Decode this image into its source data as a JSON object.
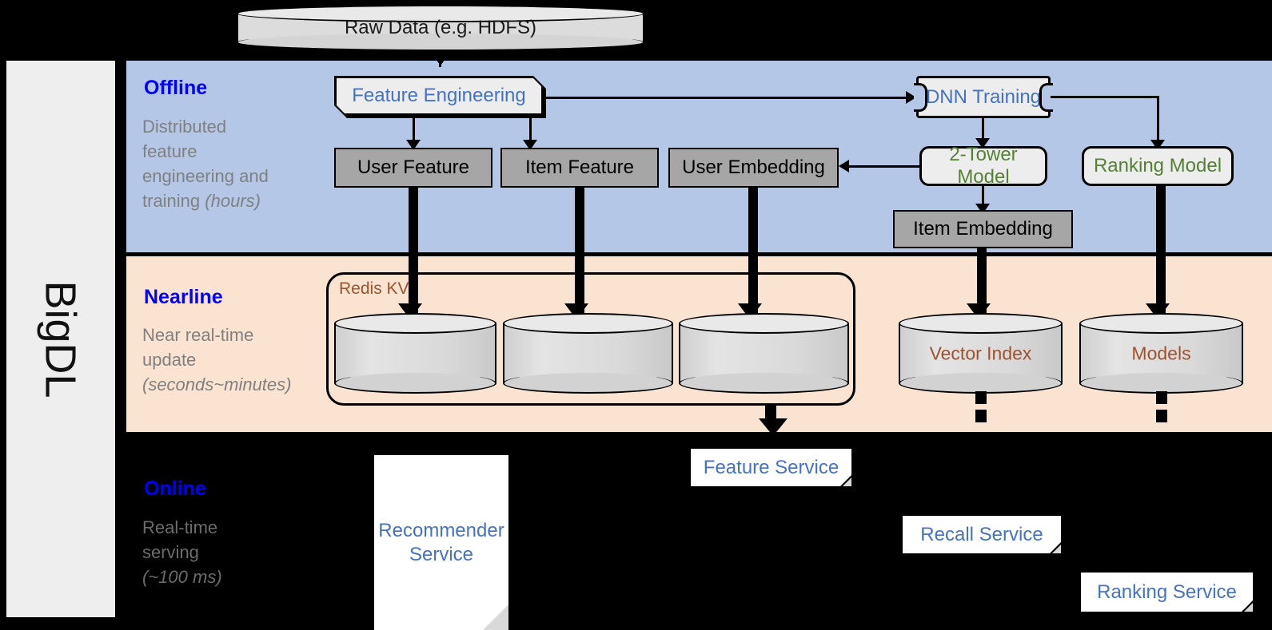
{
  "rail": {
    "label": "BigDL"
  },
  "source": {
    "label": "Raw Data (e.g. HDFS)"
  },
  "bands": {
    "offline": {
      "title": "Offline",
      "subtitle_line1": "Distributed",
      "subtitle_line2": "feature",
      "subtitle_line3": "engineering and",
      "subtitle_line4": "training ",
      "subtitle_em": "(hours)",
      "bg": "#b4c7e7"
    },
    "nearline": {
      "title": "Nearline",
      "subtitle_line1": "Near real-time",
      "subtitle_line2": "update",
      "subtitle_em": "(seconds~minutes)",
      "bg": "#fbe3d2"
    },
    "online": {
      "title": "Online",
      "subtitle_line1": "Real-time",
      "subtitle_line2": "serving",
      "subtitle_em": "(~100 ms)",
      "bg": "#000000"
    }
  },
  "offline_nodes": {
    "feature_engineering": "Feature Engineering",
    "dnn_training": "DNN Training",
    "user_feature": "User Feature",
    "item_feature": "Item Feature",
    "user_embedding": "User Embedding",
    "two_tower_model": "2-Tower Model",
    "ranking_model": "Ranking Model",
    "item_embedding": "Item Embedding"
  },
  "nearline_nodes": {
    "redis_kv": "Redis KV",
    "store_user_feature": "",
    "store_item_feature": "",
    "store_user_embedding": "",
    "vector_index": "Vector Index",
    "models": "Models"
  },
  "online_nodes": {
    "recommender_service_l1": "Recommender",
    "recommender_service_l2": "Service",
    "feature_service": "Feature Service",
    "recall_service": "Recall Service",
    "ranking_service": "Ranking Service"
  },
  "colors": {
    "title_blue": "#0000ff",
    "link_blue": "#4472c4",
    "model_green": "#548235",
    "store_brown": "#a0522d",
    "gray_box": "#a6a6a6",
    "offline_bg": "#b4c7e7",
    "nearline_bg": "#fbe3d2",
    "rail_bg": "#eeeeee"
  }
}
